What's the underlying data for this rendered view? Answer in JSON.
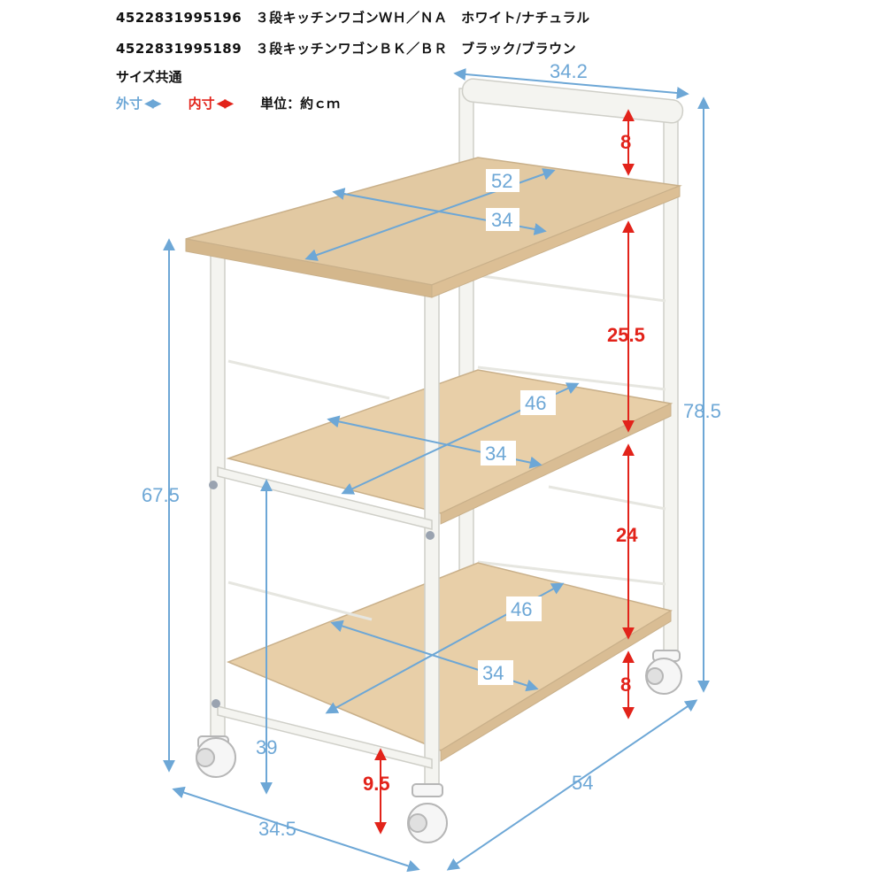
{
  "header": {
    "line1": "4522831995196　３段キッチンワゴンＷＨ／ＮＡ　ホワイト/ナチュラル",
    "line2": "4522831995189　３段キッチンワゴンＢＫ／ＢＲ　ブラック/ブラウン",
    "line3": "サイズ共通",
    "legend_outer": "外寸",
    "legend_inner": "内寸",
    "legend_unit": "単位：約ｃｍ"
  },
  "dimensions": {
    "outer_handle_width": "34.2",
    "outer_total_height": "78.5",
    "outer_top_height": "67.5",
    "outer_width": "34.5",
    "outer_depth": "54",
    "outer_bottom_shelf_height": "39",
    "top_shelf_depth": "52",
    "top_shelf_width": "34",
    "mid_shelf_depth": "46",
    "mid_shelf_width": "34",
    "bottom_shelf_depth": "46",
    "bottom_shelf_width": "34",
    "inner_handle": "8",
    "inner_top_gap": "25.5",
    "inner_mid_gap": "24",
    "inner_caster": "8",
    "inner_floor_clearance": "9.5"
  },
  "colors": {
    "outer": "#6da7d6",
    "inner": "#e2231a",
    "wood": "#e2c9a2",
    "frame": "#f4f4f0"
  }
}
